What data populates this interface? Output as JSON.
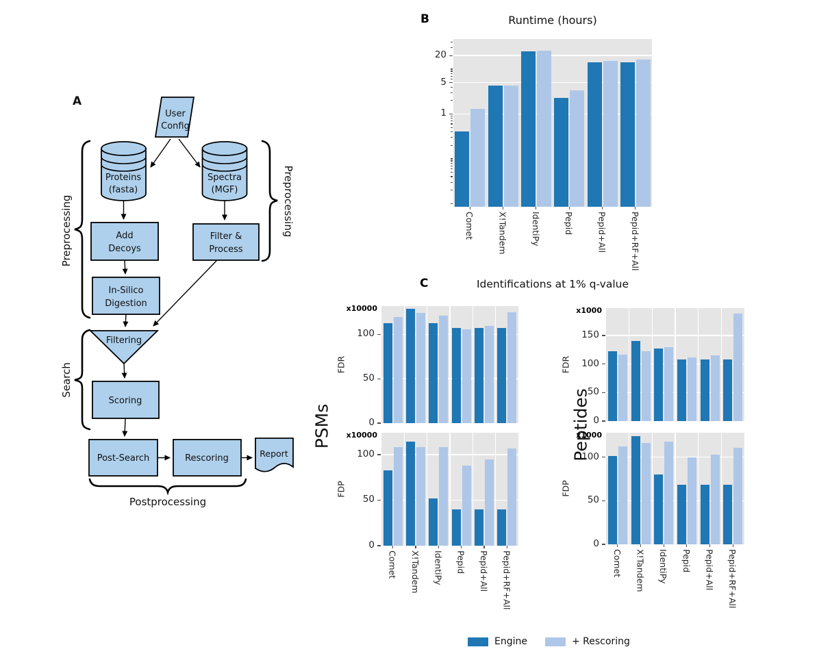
{
  "figure": {
    "panel_a_label": "A",
    "panel_b_label": "B",
    "panel_c_label": "C",
    "panel_c_title": "Identifications at 1% q-value",
    "row_labels": {
      "psms": "PSMs",
      "peptides": "Peptides"
    }
  },
  "colors": {
    "engine": "#1f77b4",
    "rescoring": "#aec7e8",
    "plot_bg": "#e5e5e5",
    "grid": "#ffffff",
    "node_fill": "#aed0ec",
    "tick_text": "#262626"
  },
  "legend": {
    "engine": "Engine",
    "rescoring": "+ Rescoring"
  },
  "flowchart": {
    "panel_label": "A",
    "nodes": {
      "user_config": {
        "line1": "User",
        "line2": "Config"
      },
      "proteins": {
        "line1": "Proteins",
        "line2": "(fasta)"
      },
      "spectra": {
        "line1": "Spectra",
        "line2": "(MGF)"
      },
      "add_decoys": {
        "line1": "Add",
        "line2": "Decoys"
      },
      "filter_process": {
        "line1": "Filter &",
        "line2": "Process"
      },
      "insilico_digestion": {
        "line1": "In-Silico",
        "line2": "Digestion"
      },
      "filtering": {
        "label": "Filtering"
      },
      "scoring": {
        "label": "Scoring"
      },
      "post_search": {
        "label": "Post-Search"
      },
      "rescoring": {
        "label": "Rescoring"
      },
      "report": {
        "label": "Report"
      }
    },
    "stage_labels": {
      "preprocessing_left": "Preprocessing",
      "preprocessing_right": "Preprocessing",
      "search": "Search",
      "postprocessing": "Postprocessing"
    }
  },
  "chart_data": [
    {
      "id": "runtime",
      "type": "bar",
      "title": "Runtime (hours)",
      "scale": "log",
      "categories": [
        "Comet",
        "X!Tandem",
        "IdentiPy",
        "Pepid",
        "Pepid+All",
        "Pepid+RF+All"
      ],
      "series": [
        {
          "name": "Engine",
          "values": [
            0.41,
            4.3,
            25,
            2.3,
            14.3,
            14.3
          ]
        },
        {
          "name": "+ Rescoring",
          "values": [
            1.29,
            4.3,
            26,
            3.4,
            15.2,
            16.6
          ]
        }
      ],
      "yticks": [
        1,
        5,
        20
      ],
      "ylim": [
        0.0085,
        47
      ],
      "grid": true,
      "legend_position": "none"
    },
    {
      "id": "psms_fdr",
      "type": "bar",
      "group": "PSMs",
      "ylabel": "FDR",
      "multiplier": "x10000",
      "categories": [
        "Comet",
        "X!Tandem",
        "IdentiPy",
        "Pepid",
        "Pepid+All",
        "Pepid+RF+All"
      ],
      "series": [
        {
          "name": "Engine",
          "values": [
            113,
            129,
            113,
            107,
            107,
            107
          ]
        },
        {
          "name": "+ Rescoring",
          "values": [
            120,
            124,
            121,
            106,
            110,
            125
          ]
        }
      ],
      "yticks": [
        0,
        50,
        100
      ],
      "ylim": [
        0,
        132
      ],
      "grid": true
    },
    {
      "id": "psms_fdp",
      "type": "bar",
      "group": "PSMs",
      "ylabel": "FDP",
      "multiplier": "x10000",
      "categories": [
        "Comet",
        "X!Tandem",
        "IdentiPy",
        "Pepid",
        "Pepid+All",
        "Pepid+RF+All"
      ],
      "series": [
        {
          "name": "Engine",
          "values": [
            83,
            114,
            52,
            40,
            40,
            40
          ]
        },
        {
          "name": "+ Rescoring",
          "values": [
            108,
            108,
            108,
            88,
            95,
            107
          ]
        }
      ],
      "yticks": [
        0,
        50,
        100
      ],
      "ylim": [
        0,
        124
      ],
      "grid": true
    },
    {
      "id": "peptides_fdr",
      "type": "bar",
      "group": "Peptides",
      "ylabel": "FDR",
      "multiplier": "x1000",
      "categories": [
        "Comet",
        "X!Tandem",
        "IdentiPy",
        "Pepid",
        "Pepid+All",
        "Pepid+RF+All"
      ],
      "series": [
        {
          "name": "Engine",
          "values": [
            123,
            140,
            127,
            108,
            108,
            108
          ]
        },
        {
          "name": "+ Rescoring",
          "values": [
            117,
            122,
            130,
            112,
            115,
            189
          ]
        }
      ],
      "yticks": [
        0,
        50,
        100,
        150
      ],
      "ylim": [
        0,
        198
      ],
      "grid": true
    },
    {
      "id": "peptides_fdp",
      "type": "bar",
      "group": "Peptides",
      "ylabel": "FDP",
      "multiplier": "x1000",
      "categories": [
        "Comet",
        "X!Tandem",
        "IdentiPy",
        "Pepid",
        "Pepid+All",
        "Pepid+RF+All"
      ],
      "series": [
        {
          "name": "Engine",
          "values": [
            101,
            124,
            80,
            68,
            68,
            68
          ]
        },
        {
          "name": "+ Rescoring",
          "values": [
            112,
            116,
            118,
            100,
            103,
            111
          ]
        }
      ],
      "yticks": [
        0,
        50,
        100
      ],
      "ylim": [
        0,
        128
      ],
      "grid": true
    }
  ]
}
